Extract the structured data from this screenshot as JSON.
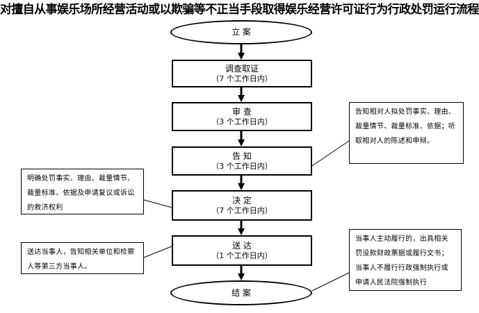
{
  "title": "对擅自从事娱乐场所经营活动或以欺骗等不正当手段取得娱乐经营许可证行为行政处罚运行流程图",
  "nodes": {
    "start": {
      "main": "立  案"
    },
    "investigate": {
      "main": "调查取证",
      "sub": "（7 个工作日内）"
    },
    "review": {
      "main": "审  查",
      "sub": "（3 个工作日内）"
    },
    "inform": {
      "main": "告  知",
      "sub": "（3 个工作日内）"
    },
    "decide": {
      "main": "决  定",
      "sub": "（7 个工作日内）"
    },
    "deliver": {
      "main": "送  达",
      "sub": "（1 个工作日内）"
    },
    "end": {
      "main": "结  案"
    }
  },
  "notes": {
    "inform": "告知相对人拟处罚事实、理由、裁量情节、裁量标准、依据；听取相对人的陈述和申辩。",
    "decide": "明确处罚事实、理由、裁量情节、裁量标准、依据及申请复议或诉讼的救济权利",
    "deliver": "送达当事人，告知相关单位和检察人等第三方当事人。",
    "end": "当事人主动履行的，出具相关罚没款财政票据或履行文书；当事人不履行行政强制执行或申请人民法院强制执行"
  }
}
